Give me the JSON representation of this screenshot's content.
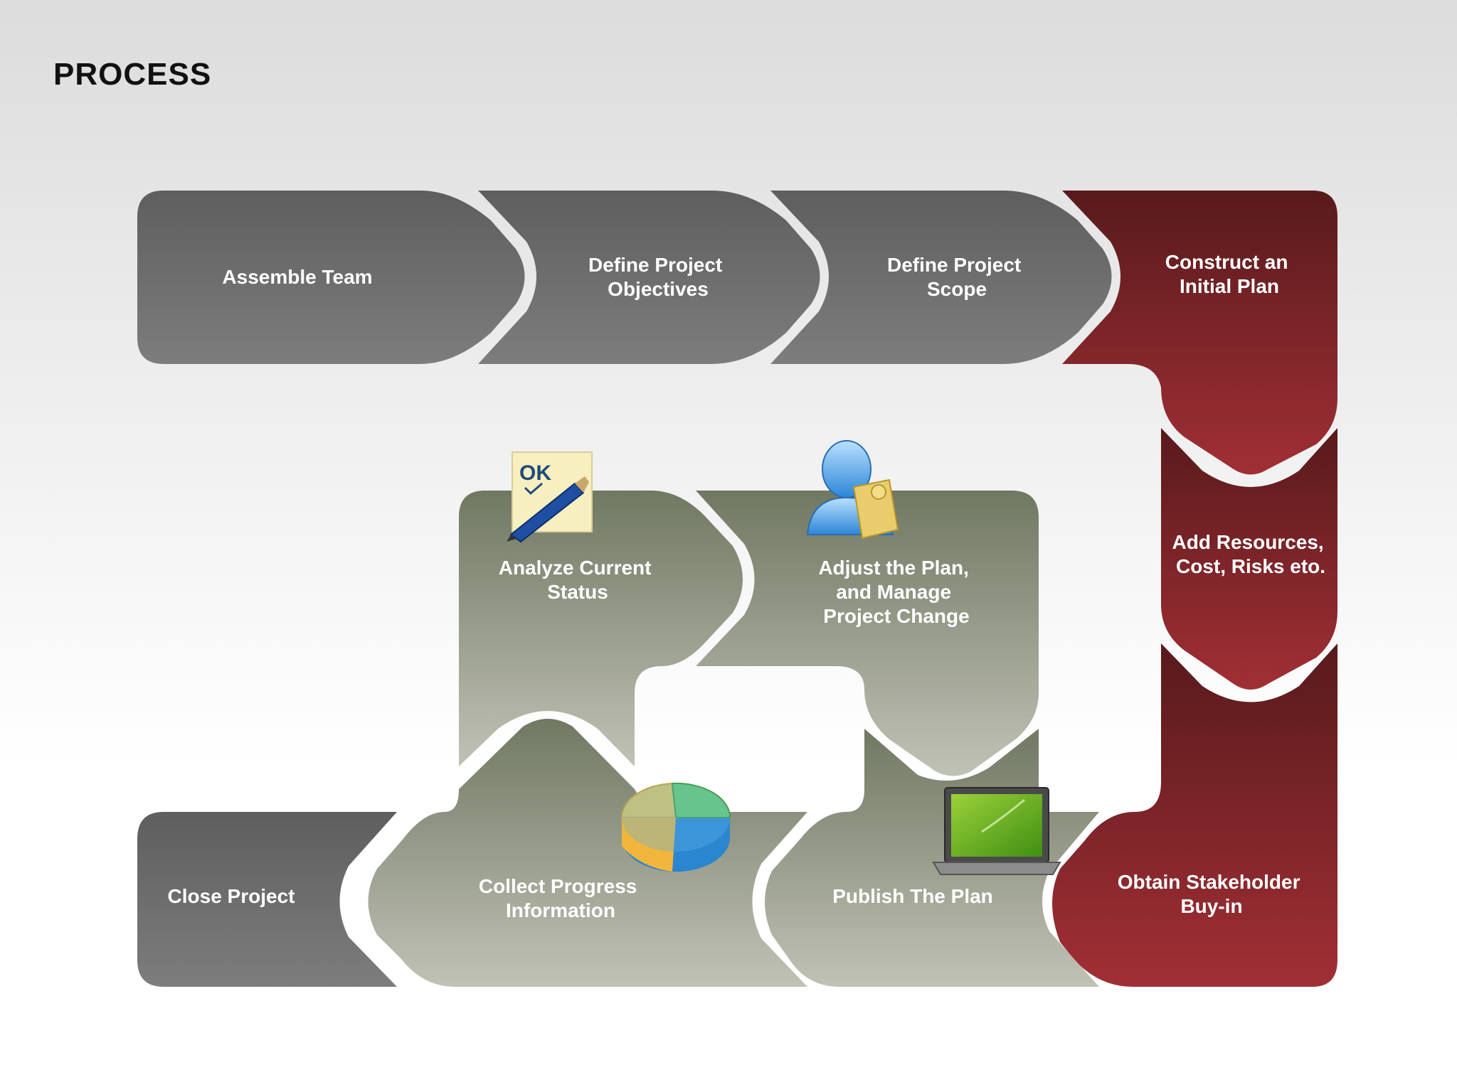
{
  "page": {
    "title": "PROCESS"
  },
  "steps": {
    "assemble_team": [
      "Assemble Team"
    ],
    "define_objectives": [
      "Define Project",
      "Objectives"
    ],
    "define_scope": [
      "Define Project",
      "Scope"
    ],
    "construct_plan": [
      "Construct an",
      "Initial Plan"
    ],
    "add_resources": [
      "Add Resources,",
      "Cost, Risks eto."
    ],
    "obtain_buyin": [
      "Obtain Stakeholder",
      "Buy-in"
    ],
    "publish_plan": [
      "Publish The Plan"
    ],
    "adjust_plan": [
      "Adjust the Plan,",
      "and Manage",
      "Project Change"
    ],
    "analyze_status": [
      "Analyze Current",
      "Status"
    ],
    "collect_progress": [
      "Collect Progress",
      "Information"
    ],
    "close_project": [
      "Close Project"
    ]
  },
  "icons": {
    "notepad": {
      "name": "notepad-pen-icon",
      "text": "OK"
    },
    "user": {
      "name": "user-document-icon"
    },
    "laptop": {
      "name": "laptop-icon"
    },
    "pie": {
      "name": "pie-chart-icon"
    }
  },
  "colors": {
    "gray_dark": "#5e5e5e",
    "gray_light": "#7d7d7d",
    "red_dark": "#581a1c",
    "red_light": "#a12f35",
    "olive_dark": "#707862",
    "olive_light": "#c1c2b6",
    "text": "#ffffff"
  }
}
